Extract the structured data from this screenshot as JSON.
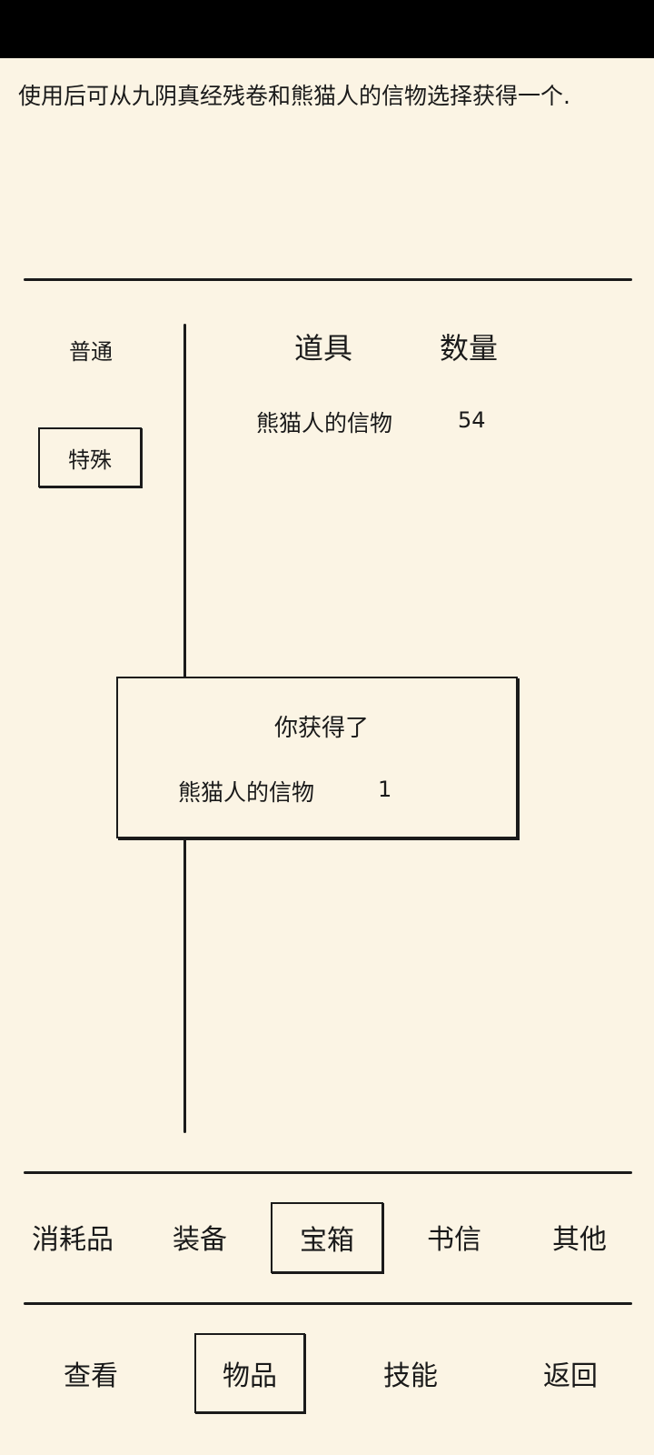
{
  "description": "使用后可从九阴真经残卷和熊猫人的信物选择获得一个.",
  "category_tabs": {
    "normal": "普通",
    "special": "特殊"
  },
  "table": {
    "headers": {
      "item": "道具",
      "quantity": "数量"
    },
    "rows": [
      {
        "item": "熊猫人的信物",
        "quantity": "54"
      }
    ]
  },
  "dialog": {
    "title": "你获得了",
    "item": "熊猫人的信物",
    "quantity": "1"
  },
  "type_tabs": [
    {
      "label": "消耗品",
      "selected": false
    },
    {
      "label": "装备",
      "selected": false
    },
    {
      "label": "宝箱",
      "selected": true
    },
    {
      "label": "书信",
      "selected": false
    },
    {
      "label": "其他",
      "selected": false
    }
  ],
  "bottom_nav": [
    {
      "label": "查看",
      "selected": false
    },
    {
      "label": "物品",
      "selected": true
    },
    {
      "label": "技能",
      "selected": false
    },
    {
      "label": "返回",
      "selected": false
    }
  ]
}
